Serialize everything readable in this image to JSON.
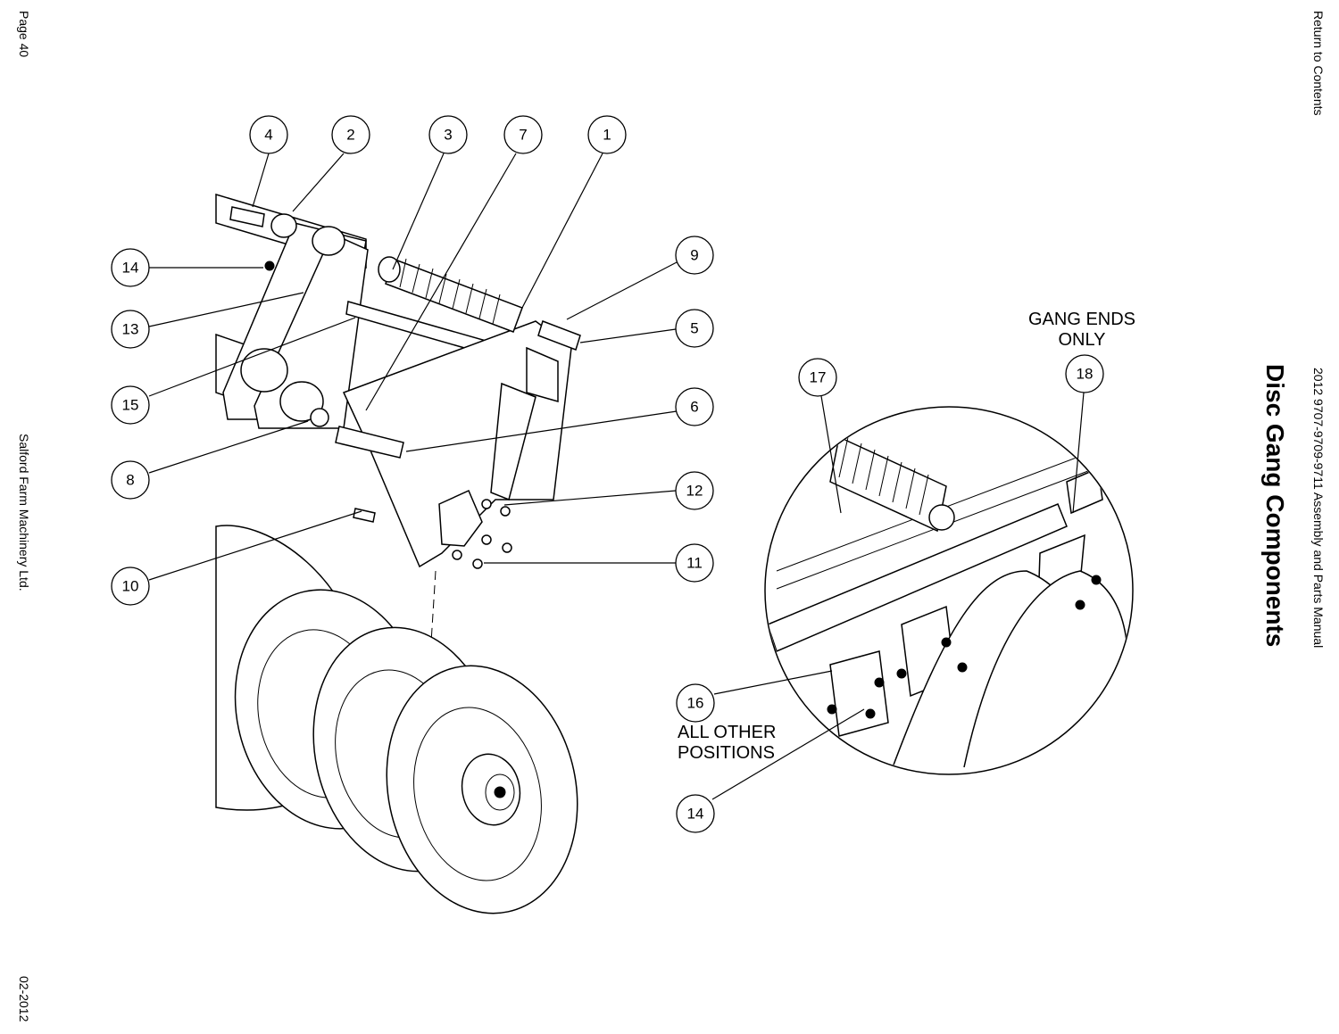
{
  "page": {
    "page_number": "Page 40",
    "company": "Salford Farm Machinery Ltd.",
    "date": "02-2012",
    "return_link": "Return to Contents",
    "manual_title": "2012 9707-9709-9711 Assembly and Parts Manual",
    "section_title": "Disc Gang Components"
  },
  "notes": {
    "gang_ends_line1": "GANG ENDS",
    "gang_ends_line2": "ONLY",
    "other_positions_line1": "ALL OTHER",
    "other_positions_line2": "POSITIONS"
  },
  "callouts": [
    {
      "id": "c4",
      "label": "4"
    },
    {
      "id": "c2",
      "label": "2"
    },
    {
      "id": "c3",
      "label": "3"
    },
    {
      "id": "c7",
      "label": "7"
    },
    {
      "id": "c1",
      "label": "1"
    },
    {
      "id": "c14a",
      "label": "14"
    },
    {
      "id": "c9",
      "label": "9"
    },
    {
      "id": "c13",
      "label": "13"
    },
    {
      "id": "c5",
      "label": "5"
    },
    {
      "id": "c15",
      "label": "15"
    },
    {
      "id": "c6",
      "label": "6"
    },
    {
      "id": "c8",
      "label": "8"
    },
    {
      "id": "c12",
      "label": "12"
    },
    {
      "id": "c10",
      "label": "10"
    },
    {
      "id": "c11",
      "label": "11"
    },
    {
      "id": "c17",
      "label": "17"
    },
    {
      "id": "c18",
      "label": "18"
    },
    {
      "id": "c16",
      "label": "16"
    },
    {
      "id": "c14b",
      "label": "14"
    }
  ]
}
